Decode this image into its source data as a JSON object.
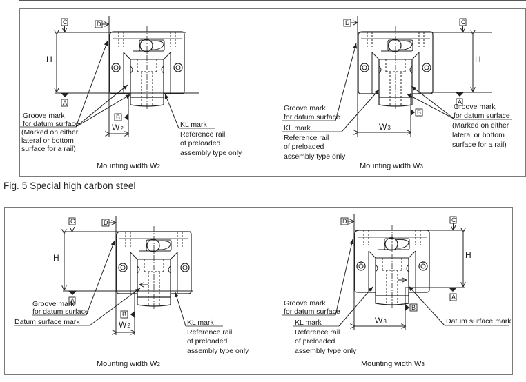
{
  "figure_caption": "Fig. 5  Special high carbon steel",
  "datum_labels": {
    "A": "A",
    "B": "B",
    "C": "C",
    "D": "D"
  },
  "dimension_labels": {
    "H": "H",
    "W2_main": "W",
    "W2_sub": "2",
    "W3_main": "W",
    "W3_sub": "3"
  },
  "panels": [
    {
      "id": "top-left",
      "caption_main": "Mounting width W",
      "caption_sub": "2",
      "groove_mark": [
        "Groove mark",
        "for datum surface",
        "(Marked on either",
        "lateral or bottom",
        "surface for a rail)"
      ],
      "kl_mark": [
        "KL mark",
        "Reference rail",
        "of preloaded",
        "assembly type only"
      ]
    },
    {
      "id": "top-right",
      "caption_main": "Mounting width W",
      "caption_sub": "3",
      "groove_mark_left": [
        "Groove mark",
        "for datum surface"
      ],
      "kl_mark": [
        "KL mark",
        "Reference rail",
        "of preloaded",
        "assembly type only"
      ],
      "groove_mark_right": [
        "Groove mark",
        "for datum surface",
        "(Marked on either",
        "lateral or bottom",
        "surface for a rail)"
      ]
    },
    {
      "id": "bottom-left",
      "caption_main": "Mounting width W",
      "caption_sub": "2",
      "groove_mark": [
        "Groove mark",
        "for datum surface"
      ],
      "datum_surface_mark": "Datum surface mark",
      "kl_mark": [
        "KL mark",
        "Reference rail",
        "of preloaded",
        "assembly type only"
      ]
    },
    {
      "id": "bottom-right",
      "caption_main": "Mounting width W",
      "caption_sub": "3",
      "groove_mark": [
        "Groove mark",
        "for datum surface"
      ],
      "kl_mark": [
        "KL mark",
        "Reference rail",
        "of preloaded",
        "assembly type only"
      ],
      "datum_surface_mark": "Datum surface mark"
    }
  ]
}
